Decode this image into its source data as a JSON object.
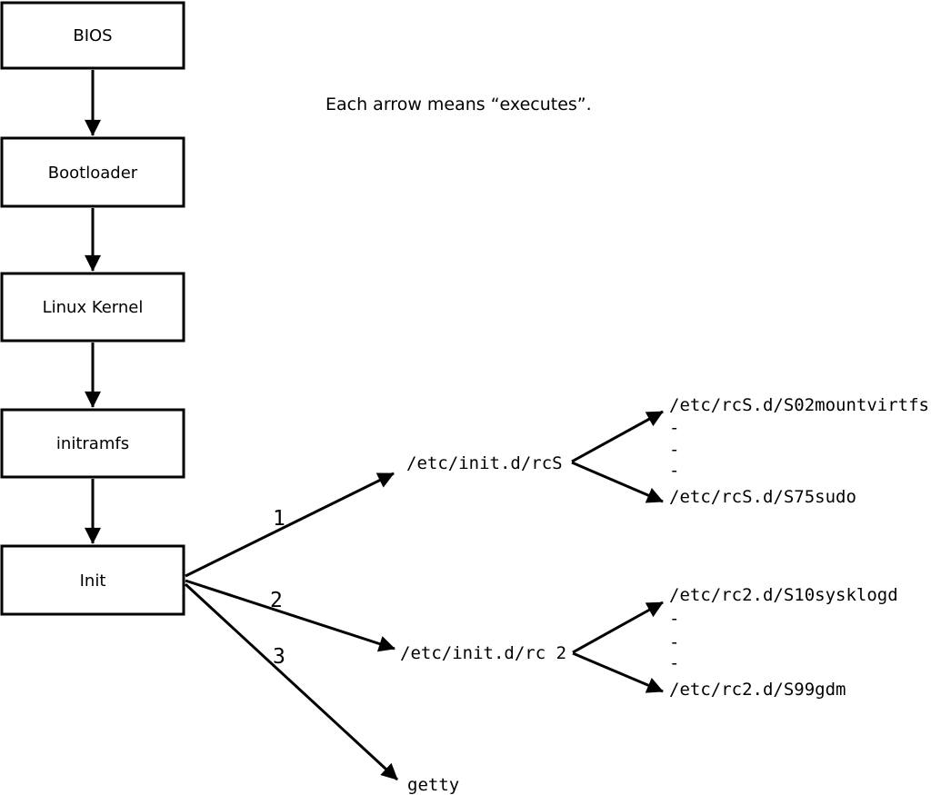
{
  "diagram": {
    "caption": "Each arrow means “executes”.",
    "boot_chain": [
      {
        "label": "BIOS"
      },
      {
        "label": "Bootloader"
      },
      {
        "label": "Linux Kernel"
      },
      {
        "label": "initramfs"
      },
      {
        "label": "Init"
      }
    ],
    "branches": [
      {
        "order": "1",
        "target": "/etc/init.d/rcS"
      },
      {
        "order": "2",
        "target": "/etc/init.d/rc 2"
      },
      {
        "order": "3",
        "target": "getty"
      }
    ],
    "rcS_children": {
      "first": "/etc/rcS.d/S02mountvirtfs",
      "dots": [
        "-",
        "-",
        "-"
      ],
      "last": "/etc/rcS.d/S75sudo"
    },
    "rc2_children": {
      "first": "/etc/rc2.d/S10sysklogd",
      "dots": [
        "-",
        "-",
        "-"
      ],
      "last": "/etc/rc2.d/S99gdm"
    },
    "colors": {
      "stroke": "#000000",
      "background": "#ffffff",
      "box_fill": "#ffffff"
    }
  }
}
